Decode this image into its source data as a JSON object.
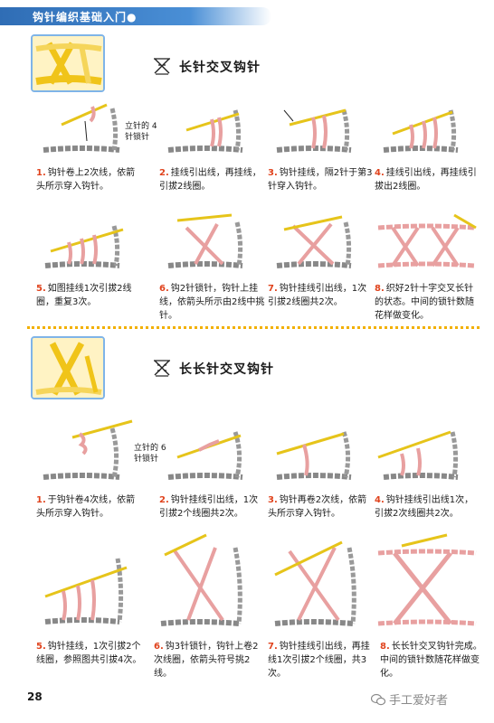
{
  "header": {
    "title": "钩针编织基础入门●"
  },
  "section1": {
    "title": "长针交叉钩针",
    "label_line1": "立针的 4",
    "label_line2": "针锁针",
    "steps": [
      {
        "num": "1.",
        "text": "钩针卷上2次线，依箭头所示穿入钩针。"
      },
      {
        "num": "2.",
        "text": "挂线引出线，再挂线，引拔2线圈。"
      },
      {
        "num": "3.",
        "text": "钩针挂线，隔2针于第3针穿入钩针。"
      },
      {
        "num": "4.",
        "text": "挂线引出线，再挂线引拔出2线圈。"
      },
      {
        "num": "5.",
        "text": "如图挂线1次引拔2线圈，重复3次。"
      },
      {
        "num": "6.",
        "text": "钩2针锁针，钩针上挂线，依箭头所示由2线中挑针。"
      },
      {
        "num": "7.",
        "text": "钩针挂线引出线，1次引拔2线圈共2次。"
      },
      {
        "num": "8.",
        "text": "织好2针十字交叉长针的状态。中间的锁针数随花样做变化。"
      }
    ]
  },
  "section2": {
    "title": "长长针交叉钩针",
    "label_line1": "立针的 6",
    "label_line2": "针锁针",
    "steps": [
      {
        "num": "1.",
        "text": "于钩针卷4次线，依箭头所示穿入钩针。"
      },
      {
        "num": "2.",
        "text": "钩针挂线引出线，1次引拔2个线圈共2次。"
      },
      {
        "num": "3.",
        "text": "钩针再卷2次线，依箭头所示穿入钩针。"
      },
      {
        "num": "4.",
        "text": "钩针挂线引出线1次，引拔2次线圈共2次。"
      },
      {
        "num": "5.",
        "text": "钩针挂线，1次引拔2个线圈，参照图共引拔4次。"
      },
      {
        "num": "6.",
        "text": "钩3针锁针，钩针上卷2次线圈，依箭头符号挑2线。"
      },
      {
        "num": "7.",
        "text": "钩针挂线引出线，再挂线1次引拔2个线圈，共3次。"
      },
      {
        "num": "8.",
        "text": "长长针交叉钩针完成。中间的锁针数随花样做变化。"
      }
    ]
  },
  "page_number": "28",
  "watermark": "手工爱好者",
  "colors": {
    "accent_red": "#e0431d",
    "header_blue": "#2f6db5",
    "yarn_pink": "#e8a0a0",
    "divider_yellow": "#f2b000"
  }
}
